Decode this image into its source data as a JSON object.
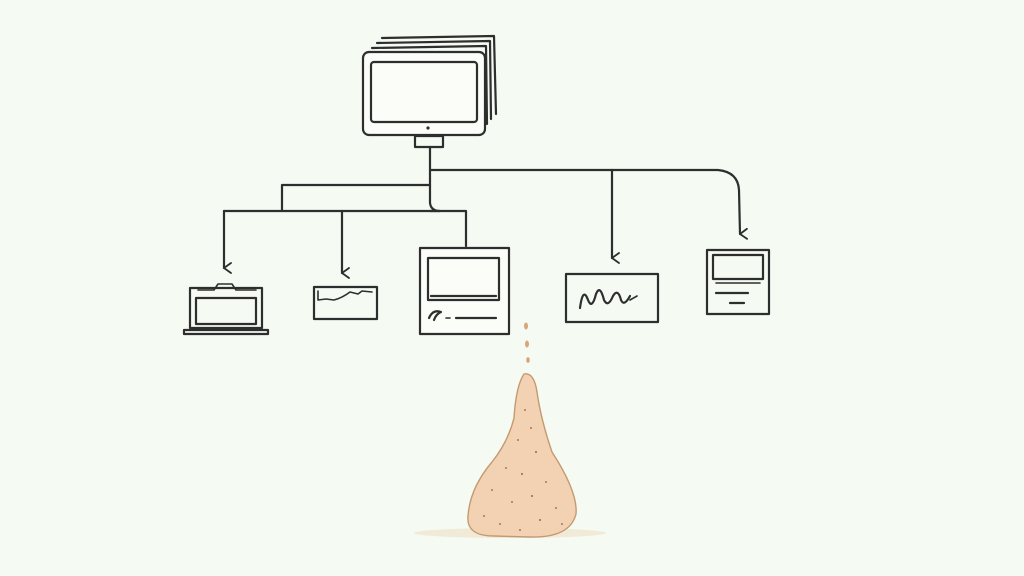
{
  "diagram": {
    "nodes": [
      {
        "id": "central-monitor",
        "kind": "stacked-monitor"
      },
      {
        "id": "laptop",
        "kind": "laptop"
      },
      {
        "id": "envelope",
        "kind": "envelope"
      },
      {
        "id": "terminal",
        "kind": "document-screen"
      },
      {
        "id": "waveform-panel",
        "kind": "signal-display"
      },
      {
        "id": "small-device",
        "kind": "tablet"
      },
      {
        "id": "sand-drop",
        "kind": "drip-mound"
      }
    ],
    "edges": [
      {
        "from": "central-monitor",
        "to": "laptop",
        "arrow": true
      },
      {
        "from": "central-monitor",
        "to": "envelope",
        "arrow": true
      },
      {
        "from": "central-monitor",
        "to": "terminal",
        "arrow": false
      },
      {
        "from": "central-monitor",
        "to": "waveform-panel",
        "arrow": true
      },
      {
        "from": "central-monitor",
        "to": "small-device",
        "arrow": true
      }
    ],
    "colors": {
      "ink": "#2e2e2e",
      "background": "#f5faf3",
      "mound": "#f2d2b2",
      "mound_outline": "#c49a70",
      "drops": "#d9a57c"
    }
  }
}
